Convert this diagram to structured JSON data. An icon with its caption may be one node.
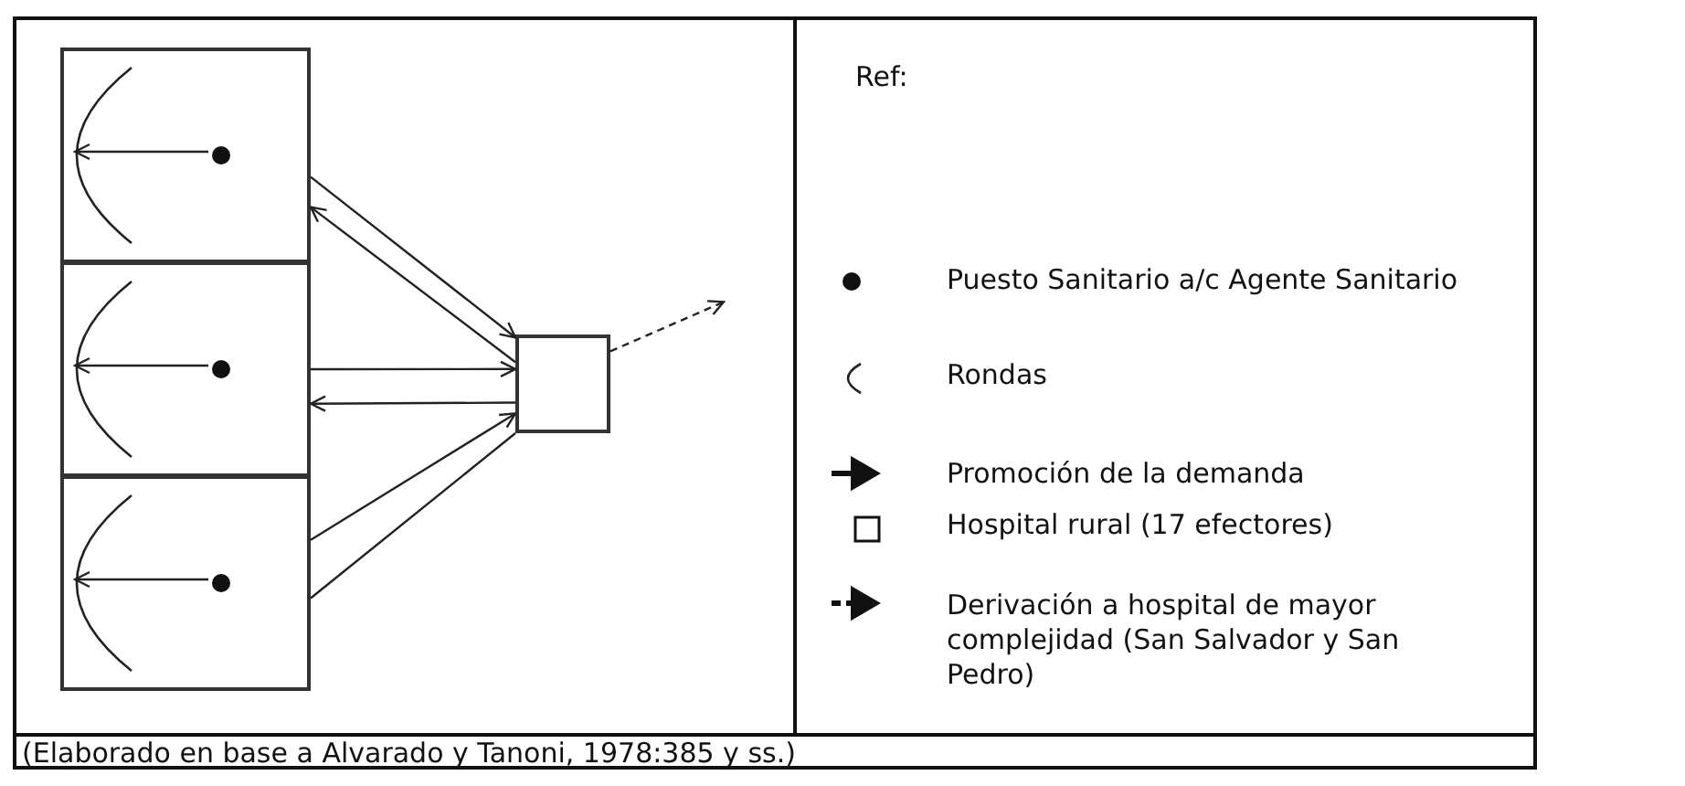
{
  "diagram": {
    "caption": "(Elaborado en base a Alvarado y Tanoni, 1978:385 y ss.)",
    "nodes": [
      {
        "text": [],
        "shape": "box"
      },
      {
        "text": [],
        "shape": "circle",
        "in": 0
      },
      {
        "text": [],
        "shape": "arc",
        "in": 0
      },
      {
        "text": [],
        "shape": "box"
      },
      {
        "text": [],
        "shape": "circle",
        "in": 3
      },
      {
        "text": [],
        "shape": "arc",
        "in": 3
      },
      {
        "text": [],
        "shape": "box"
      },
      {
        "text": [],
        "shape": "circle",
        "in": 6
      },
      {
        "text": [],
        "shape": "arc",
        "in": 6
      },
      {
        "text": [],
        "shape": "box"
      }
    ],
    "edges": [
      {
        "from": 1,
        "to": 2,
        "arrow": "to"
      },
      {
        "from": 4,
        "to": 5,
        "arrow": "to"
      },
      {
        "from": 7,
        "to": 8,
        "arrow": "to"
      },
      {
        "from": 0,
        "to": 9,
        "arrow": "to"
      },
      {
        "from": 9,
        "to": 0,
        "arrow": "to"
      },
      {
        "from": 3,
        "to": 9,
        "arrow": "to"
      },
      {
        "from": 9,
        "to": 3,
        "arrow": "to"
      },
      {
        "from": 6,
        "to": 9,
        "arrow": "to"
      },
      {
        "from": 6,
        "to": 9,
        "arrow": "none"
      },
      {
        "from": 9,
        "to": null,
        "arrow": "to",
        "style": "dashed"
      }
    ],
    "labels": [
      "Ref:"
    ],
    "legend": [
      {
        "text": "Puesto Sanitario a/c Agente Sanitario"
      },
      {
        "text": "Rondas"
      },
      {
        "text": "Promoción de la demanda"
      },
      {
        "text": "Hospital rural (17 efectores)"
      },
      {
        "text": "Derivación a hospital de mayor complejidad (San Salvador y San Pedro)"
      }
    ]
  }
}
